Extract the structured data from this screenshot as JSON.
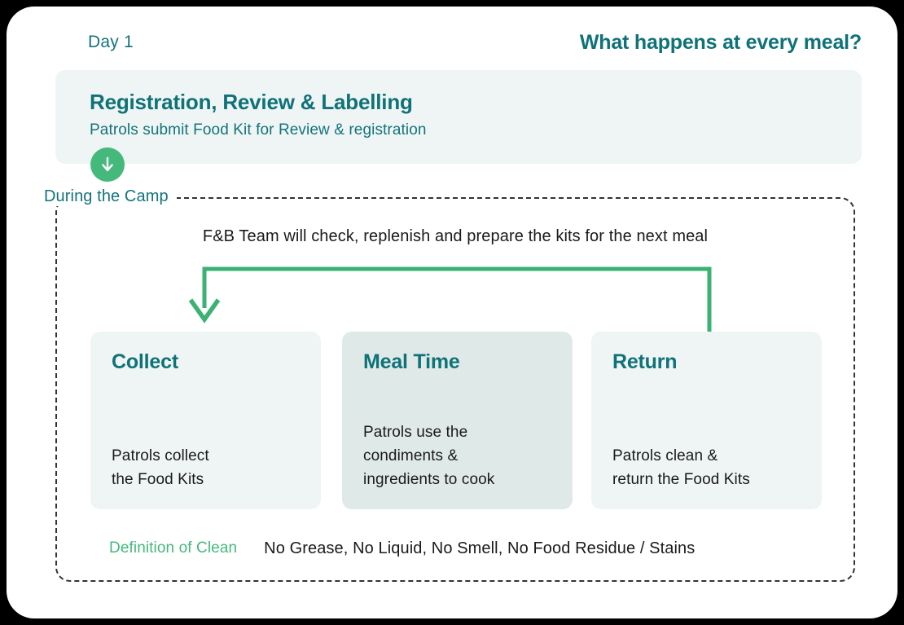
{
  "header": {
    "day_label": "Day 1",
    "headline": "What happens at every meal?"
  },
  "banner": {
    "title": "Registration, Review & Labelling",
    "subtitle": "Patrols submit Food Kit for Review & registration",
    "arrow_icon": "arrow-down-circle-icon"
  },
  "camp": {
    "legend": "During the Camp",
    "fnb_note": "F&B Team will check, replenish and prepare the kits for the next meal",
    "loop_arrow_icon": "loop-arrow-icon"
  },
  "cards": [
    {
      "title": "Collect",
      "body": "Patrols collect\nthe Food Kits"
    },
    {
      "title": "Meal Time",
      "body": "Patrols use the\ncondiments &\ningredients to cook"
    },
    {
      "title": "Return",
      "body": "Patrols clean &\nreturn the Food Kits"
    }
  ],
  "definition": {
    "label": "Definition of Clean",
    "value": "No Grease, No Liquid, No Smell, No Food Residue / Stains"
  },
  "colors": {
    "teal": "#0f7278",
    "teal_text": "#14737a",
    "green": "#45b97c",
    "card_bg": "#eff5f4",
    "card_bg_alt": "#dfeae8",
    "body_text": "#1a1a1a",
    "board_bg": "#ffffff",
    "page_bg": "#000000"
  }
}
